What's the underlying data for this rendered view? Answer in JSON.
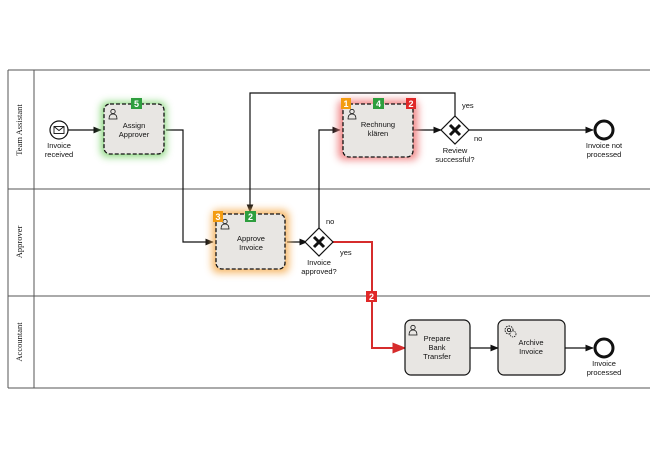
{
  "lanes": {
    "team_assistant": "Team Assistant",
    "approver": "Approver",
    "accountant": "Accountant"
  },
  "events": {
    "start": [
      "Invoice",
      "received"
    ],
    "end_not_processed": [
      "Invoice not",
      "processed"
    ],
    "end_processed": [
      "Invoice",
      "processed"
    ]
  },
  "tasks": {
    "assign_approver": [
      "Assign",
      "Approver"
    ],
    "rechnung_klaeren": [
      "Rechnung",
      "klären"
    ],
    "approve_invoice": [
      "Approve",
      "Invoice"
    ],
    "prepare_bank_transfer": [
      "Prepare",
      "Bank",
      "Transfer"
    ],
    "archive_invoice": [
      "Archive",
      "Invoice"
    ]
  },
  "gateways": {
    "review_successful": [
      "Review",
      "successful?"
    ],
    "invoice_approved": [
      "Invoice",
      "approved?"
    ]
  },
  "flow_labels": {
    "review_yes": "yes",
    "review_no": "no",
    "approved_no": "no",
    "approved_yes": "yes"
  },
  "badges": {
    "assign_approver": "5",
    "rechnung_orange": "1",
    "rechnung_green": "4",
    "rechnung_red": "2",
    "approve_orange": "3",
    "approve_green": "2",
    "flow_red": "2"
  },
  "colors": {
    "badge_orange": "#f39c12",
    "badge_green": "#2e9e3e",
    "badge_red": "#e02828",
    "glow_green": "#7ed36f",
    "glow_red": "#f08080",
    "glow_orange": "#f5b15a",
    "task_fill": "#e8e6e3",
    "highlight_flow": "#d62c2c"
  }
}
